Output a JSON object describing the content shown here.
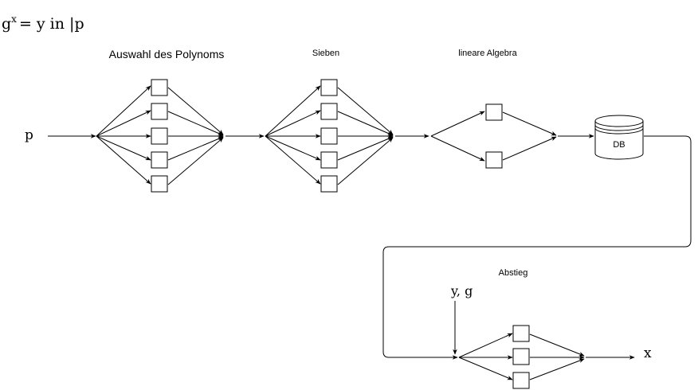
{
  "formula": {
    "base": "g",
    "exponent": "x",
    "rest": "= y in |p"
  },
  "input_label": "p",
  "output_label": "x",
  "descent_input_label": "y, g",
  "stages": [
    {
      "label": "Auswahl des Polynoms",
      "node_count": 5
    },
    {
      "label": "Sieben",
      "node_count": 5
    },
    {
      "label": "lineare Algebra",
      "node_count": 2
    },
    {
      "label": "Abstieg",
      "node_count": 3
    }
  ],
  "database": {
    "label": "DB"
  }
}
